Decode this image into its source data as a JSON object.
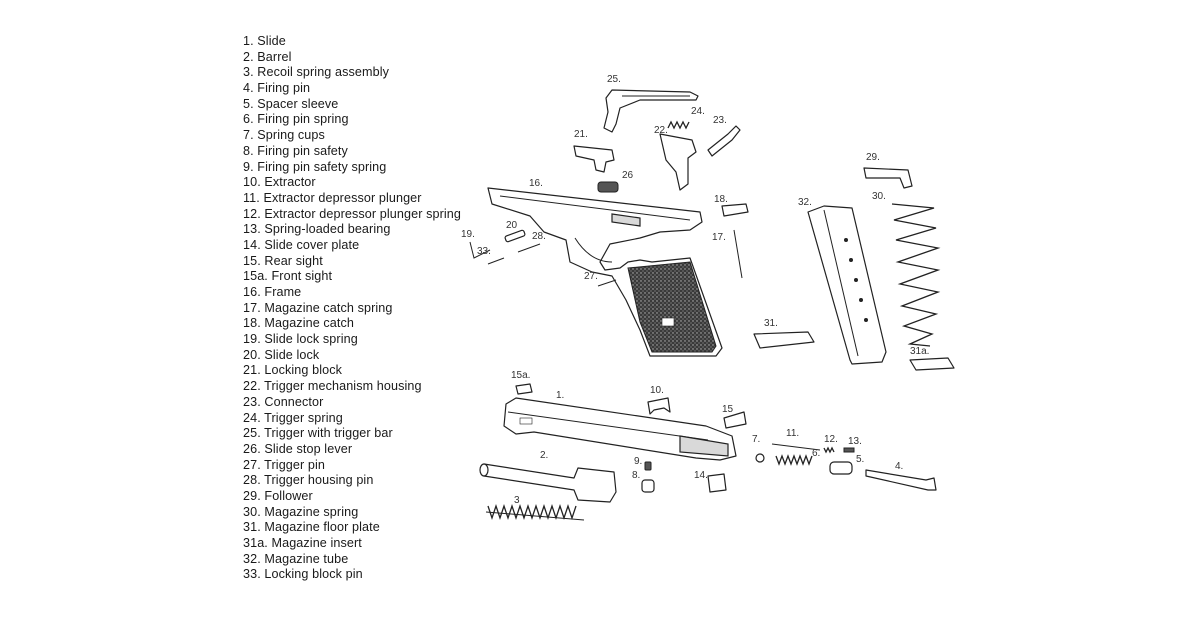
{
  "legend": [
    "1. Slide",
    "2. Barrel",
    "3. Recoil spring assembly",
    "4. Firing pin",
    "5. Spacer sleeve",
    "6. Firing pin spring",
    "7. Spring cups",
    "8. Firing pin safety",
    "9. Firing pin safety spring",
    "10. Extractor",
    "11. Extractor depressor plunger",
    "12. Extractor depressor plunger spring",
    "13. Spring-loaded bearing",
    "14. Slide cover plate",
    "15. Rear sight",
    "15a. Front sight",
    "16. Frame",
    "17. Magazine catch spring",
    "18. Magazine catch",
    "19. Slide lock spring",
    "20. Slide lock",
    "21. Locking block",
    "22. Trigger mechanism housing",
    "23. Connector",
    "24. Trigger spring",
    "25. Trigger with trigger bar",
    "26. Slide stop lever",
    "27. Trigger pin",
    "28. Trigger housing pin",
    "29. Follower",
    "30. Magazine spring",
    "31. Magazine floor plate",
    "31a. Magazine insert",
    "32. Magazine tube",
    "33. Locking block pin"
  ],
  "callouts": {
    "c1": "1.",
    "c2": "2.",
    "c3": "3",
    "c4": "4.",
    "c5": "5.",
    "c6": "6.",
    "c7": "7.",
    "c8": "8.",
    "c9": "9.",
    "c10": "10.",
    "c11": "11.",
    "c12": "12.",
    "c13": "13.",
    "c14": "14.",
    "c15": "15",
    "c15a": "15a.",
    "c16": "16.",
    "c17": "17.",
    "c18": "18.",
    "c19": "19.",
    "c20": "20",
    "c21": "21.",
    "c22": "22.",
    "c23": "23.",
    "c24": "24.",
    "c25": "25.",
    "c26": "26",
    "c27": "27.",
    "c28": "28.",
    "c29": "29.",
    "c30": "30.",
    "c31": "31.",
    "c31a": "31a.",
    "c32": "32.",
    "c33": "33."
  }
}
